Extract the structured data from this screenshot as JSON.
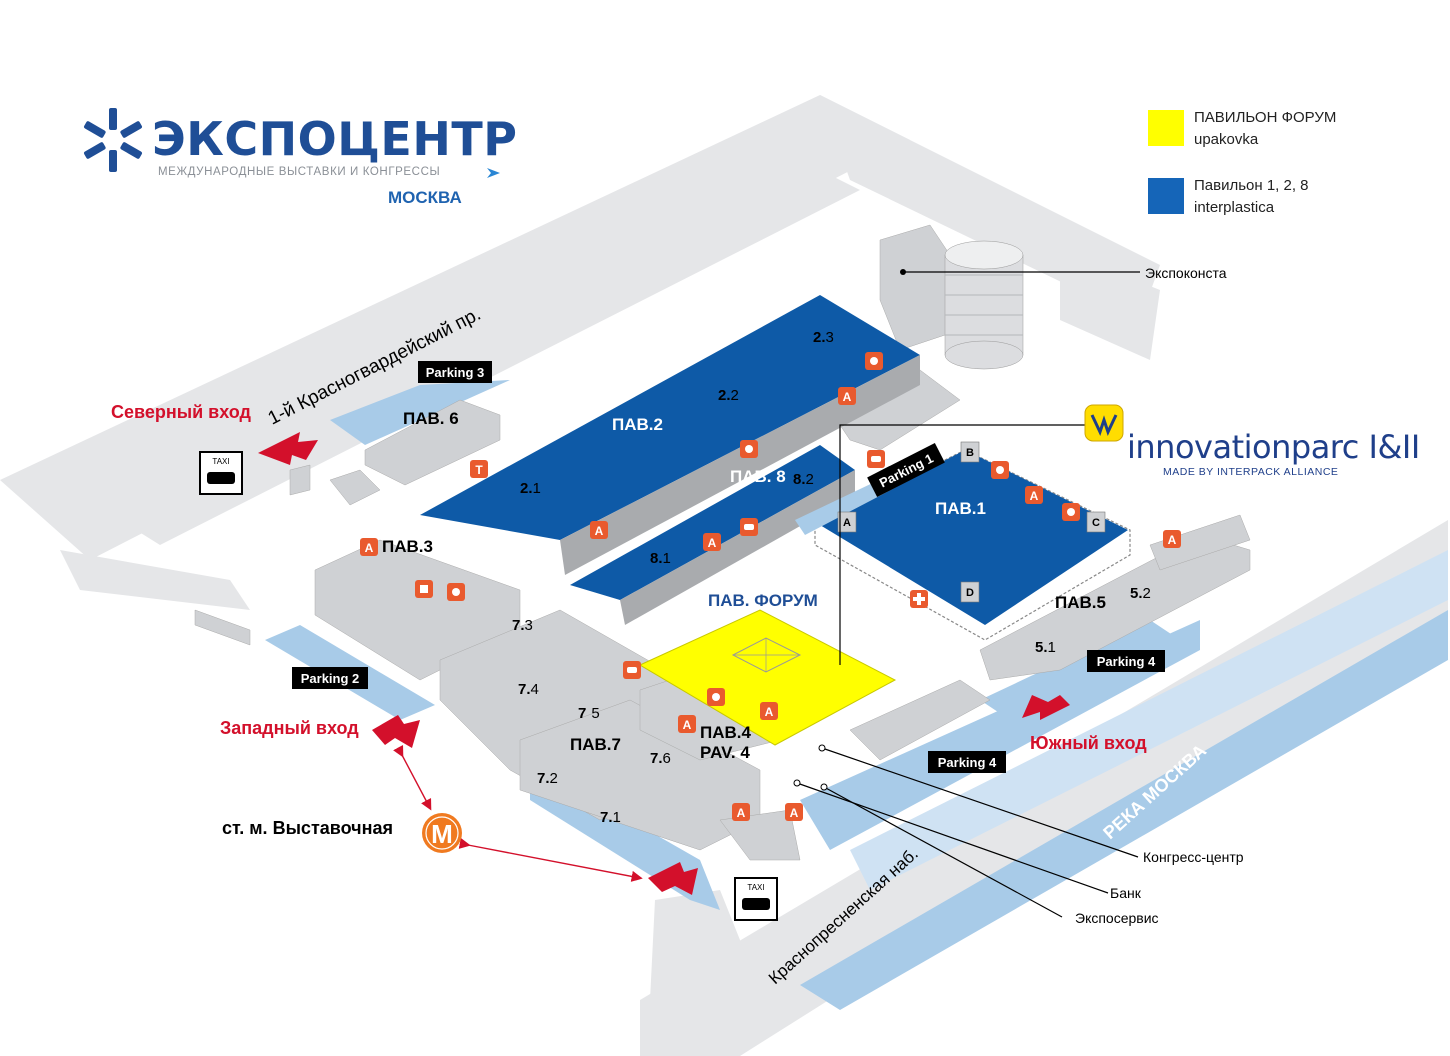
{
  "logo": {
    "title": "ЭКСПОЦЕНТР",
    "subtitle": "МЕЖДУНАРОДНЫЕ ВЫСТАВКИ И КОНГРЕССЫ",
    "city": "МОСКВА"
  },
  "legend": [
    {
      "color": "#ffff00",
      "line1": "ПАВИЛЬОН ФОРУМ",
      "line2": "upakovka"
    },
    {
      "color": "#1565b8",
      "line1": "Павильон 1, 2, 8",
      "line2": "interplastica"
    }
  ],
  "innovationparc": {
    "title": "innovationparc I&II",
    "subtitle": "MADE BY INTERPACK ALLIANCE"
  },
  "colors": {
    "blue_pavilion": "#0e5aa7",
    "forum_yellow": "#ffff00",
    "road_grey": "#e5e6e8",
    "water_blue": "#a8cbe8",
    "entrance_red": "#d3102b",
    "building_grey": "#cfd1d4"
  },
  "labels": {
    "north_entrance": "Северный вход",
    "west_entrance": "Западный вход",
    "south_entrance": "Южный вход",
    "metro": "ст. м. Выставочная",
    "street_north": "1-й Красногвардейский пр.",
    "street_south": "Краснопресненская наб.",
    "river": "РЕКА МОСКВА",
    "expoconsta": "Экспоконста",
    "congress": "Конгресс-центр",
    "bank": "Банк",
    "exposervice": "Экспосервис"
  },
  "pavilions": {
    "pav1": "ПАВ.1",
    "pav2": "ПАВ.2",
    "pav3": "ПАВ.3",
    "pav4": "ПАВ.4",
    "pav4_en": "PAV. 4",
    "pav5": "ПАВ.5",
    "pav6": "ПАВ. 6",
    "pav7": "ПАВ.7",
    "pav8": "ПАВ. 8",
    "forum": "ПАВ. ФОРУМ"
  },
  "halls": {
    "h21_a": "2.",
    "h21_b": "1",
    "h22_a": "2.",
    "h22_b": "2",
    "h23_a": "2.",
    "h23_b": "3",
    "h81_a": "8.",
    "h81_b": "1",
    "h82_a": "8.",
    "h82_b": "2",
    "h51_a": "5.",
    "h51_b": "1",
    "h52_a": "5.",
    "h52_b": "2",
    "h71_a": "7.",
    "h71_b": "1",
    "h72_a": "7.",
    "h72_b": "2",
    "h73_a": "7.",
    "h73_b": "3",
    "h74_a": "7.",
    "h74_b": "4",
    "h75_a": "7",
    "h75_b": "5",
    "h76_a": "7.",
    "h76_b": "6"
  },
  "parking": {
    "p1": "Parking 1",
    "p2": "Parking 2",
    "p3": "Parking 3",
    "p4a": "Parking 4",
    "p4b": "Parking 4"
  },
  "entrances_pav1": {
    "a": "A",
    "b": "B",
    "c": "C",
    "d": "D"
  },
  "taxi": "TAXI",
  "metro_letter": "M",
  "icons": {
    "restaurant": "A",
    "phone": "T"
  }
}
